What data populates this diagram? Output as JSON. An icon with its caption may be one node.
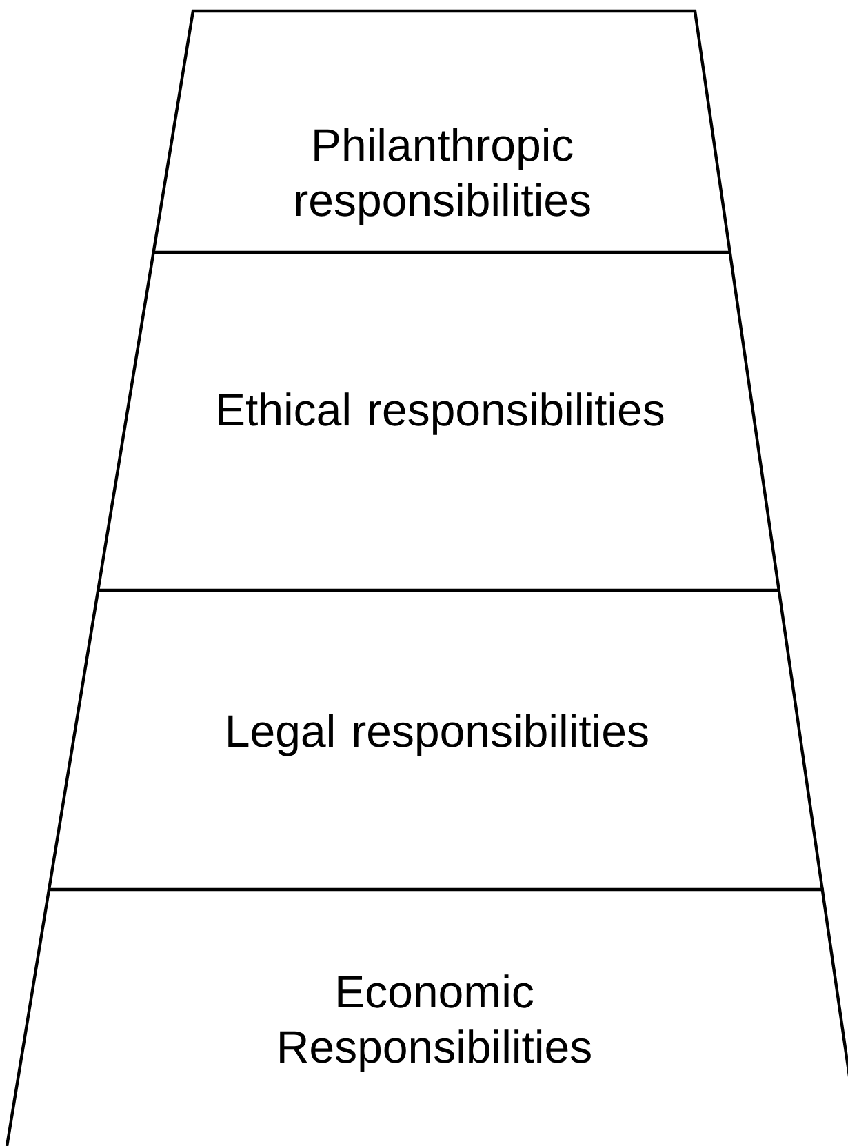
{
  "diagram": {
    "nodes": [
      {
        "text": [
          "Philanthropic responsibilities"
        ]
      },
      {
        "text": [
          "Ethical responsibilities"
        ]
      },
      {
        "text": [
          "Legal responsibilities"
        ]
      },
      {
        "text": [
          "Economic Responsibilities"
        ]
      }
    ]
  }
}
